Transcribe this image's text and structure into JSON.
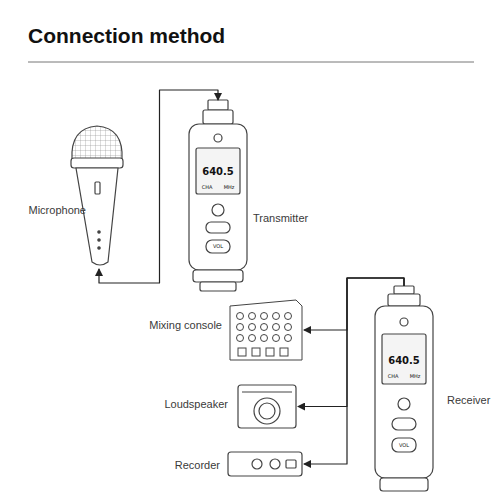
{
  "diagram": {
    "title": "Connection method",
    "nodes": [
      {
        "text": [
          "Microphone"
        ]
      },
      {
        "text": [
          "Transmitter"
        ]
      },
      {
        "text": [
          "Receiver"
        ]
      },
      {
        "text": [
          "Mixing console"
        ]
      },
      {
        "text": [
          "Loudspeaker"
        ]
      },
      {
        "text": [
          "Recorder"
        ]
      }
    ],
    "edges": [
      {
        "from": 0,
        "to": 1,
        "arrow": "both"
      },
      {
        "from": 2,
        "to": 3,
        "arrow": "to"
      },
      {
        "from": 2,
        "to": 4,
        "arrow": "to"
      },
      {
        "from": 2,
        "to": 5,
        "arrow": "to"
      }
    ],
    "labels": [
      "640.5",
      "CHA",
      "MHz",
      "VOL",
      "640.5",
      "CHA",
      "MHz",
      "VOL"
    ]
  }
}
